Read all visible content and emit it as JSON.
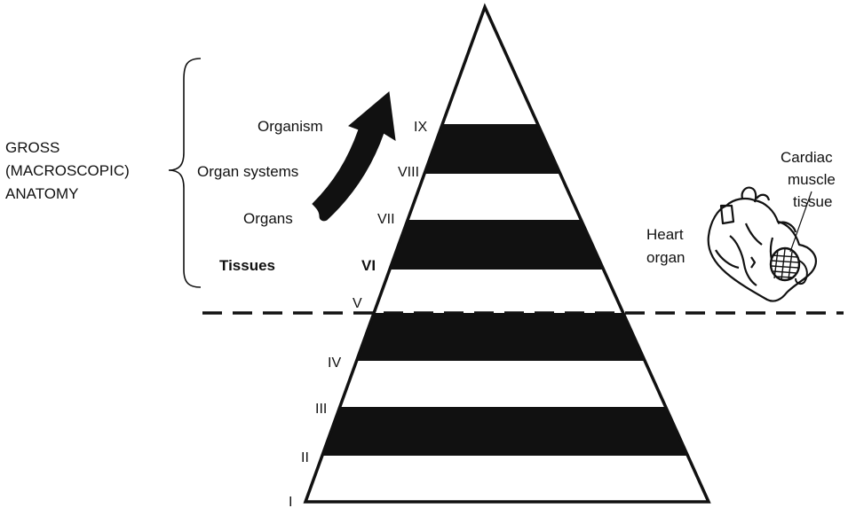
{
  "gross_anatomy": {
    "line1": "GROSS",
    "line2": "(MACROSCOPIC)",
    "line3": "ANATOMY"
  },
  "levels": [
    {
      "numeral": "I",
      "label": "",
      "band": "white",
      "bold": false
    },
    {
      "numeral": "II",
      "label": "",
      "band": "black",
      "bold": false
    },
    {
      "numeral": "III",
      "label": "",
      "band": "white",
      "bold": false
    },
    {
      "numeral": "IV",
      "label": "",
      "band": "black",
      "bold": false
    },
    {
      "numeral": "V",
      "label": "",
      "band": "white",
      "bold": false
    },
    {
      "numeral": "VI",
      "label": "Tissues",
      "band": "black",
      "bold": true
    },
    {
      "numeral": "VII",
      "label": "Organs",
      "band": "white",
      "bold": false
    },
    {
      "numeral": "VIII",
      "label": "Organ systems",
      "band": "black",
      "bold": false
    },
    {
      "numeral": "IX",
      "label": "Organism",
      "band": "white",
      "bold": false
    }
  ],
  "heart": {
    "organ_label_line1": "Heart",
    "organ_label_line2": "organ",
    "tissue_label_line1": "Cardiac",
    "tissue_label_line2": "muscle",
    "tissue_label_line3": "tissue"
  },
  "colors": {
    "ink": "#111111",
    "background": "#ffffff"
  }
}
